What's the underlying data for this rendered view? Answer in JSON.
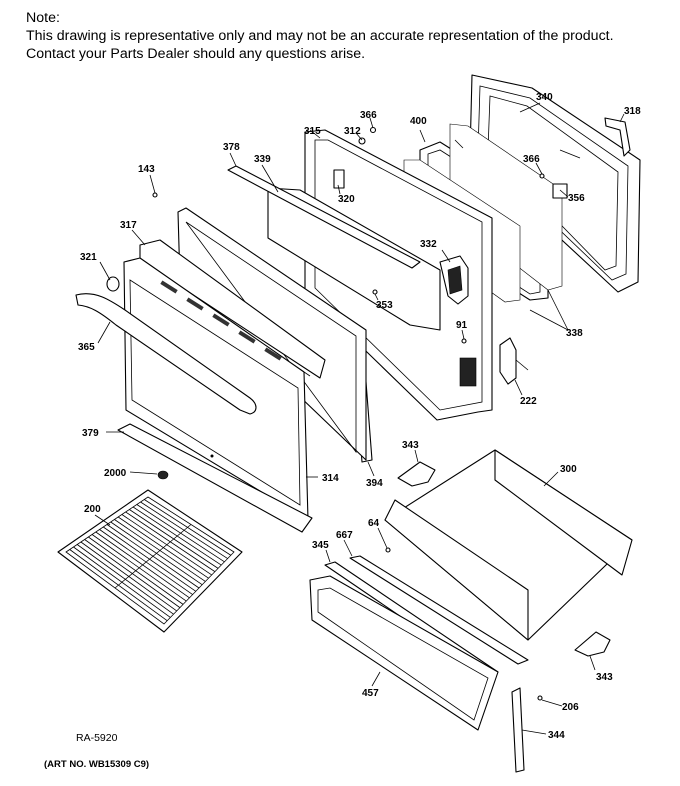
{
  "note": {
    "heading": "Note:",
    "line1": "This drawing is representative only and may not be an accurate representation of the product.",
    "line2": "Contact your Parts Dealer should any questions arise."
  },
  "diagram_ref": "RA-5920",
  "art_no": "(ART NO. WB15309 C9)",
  "parts": {
    "p340": "340",
    "p318": "318",
    "p366a": "366",
    "p312": "312",
    "p400": "400",
    "p315": "315",
    "p366b": "366",
    "p356": "356",
    "p378": "378",
    "p339": "339",
    "p320": "320",
    "p143": "143",
    "p317": "317",
    "p332": "332",
    "p321": "321",
    "p353": "353",
    "p338": "338",
    "p91": "91",
    "p365": "365",
    "p222": "222",
    "p379": "379",
    "p343a": "343",
    "p2000": "2000",
    "p314": "314",
    "p394": "394",
    "p300": "300",
    "p200": "200",
    "p64": "64",
    "p667": "667",
    "p345": "345",
    "p343b": "343",
    "p457": "457",
    "p206": "206",
    "p344": "344"
  }
}
